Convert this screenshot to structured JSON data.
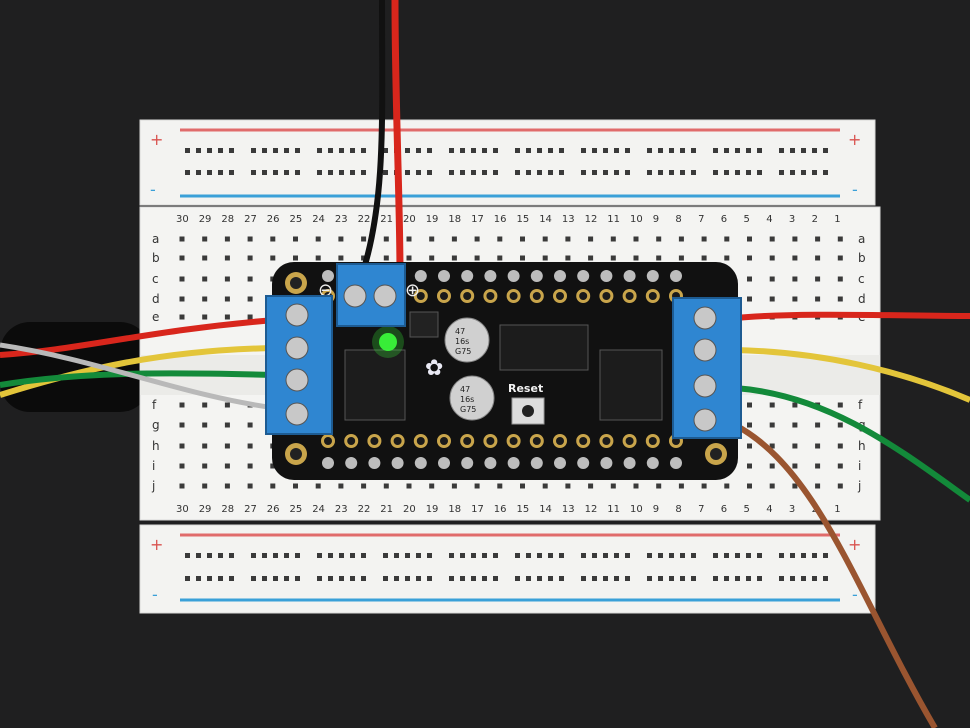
{
  "board": {
    "reset_label": "Reset",
    "minus_symbol": "⊖",
    "plus_symbol": "⊕",
    "capacitor_markings": [
      "47",
      "16s",
      "G75"
    ],
    "led_color": "#3cff3c",
    "pcb_color": "#111111",
    "terminal_color": "#2f86d1"
  },
  "breadboard": {
    "columns_top": [
      "30",
      "29",
      "28",
      "27",
      "26",
      "25",
      "24",
      "23",
      "22",
      "21",
      "20",
      "19",
      "18",
      "17",
      "16",
      "15",
      "14",
      "13",
      "12",
      "11",
      "10",
      "9",
      "8",
      "7",
      "6",
      "5",
      "4",
      "3",
      "2",
      "1"
    ],
    "columns_bottom": [
      "30",
      "29",
      "28",
      "27",
      "26",
      "25",
      "24",
      "23",
      "22",
      "21",
      "20",
      "19",
      "18",
      "17",
      "16",
      "15",
      "14",
      "13",
      "12",
      "11",
      "10",
      "9",
      "8",
      "7",
      "6",
      "5",
      "4",
      "3",
      "2",
      "1"
    ],
    "rows_left": [
      "a",
      "b",
      "c",
      "d",
      "e",
      "f",
      "g",
      "h",
      "i",
      "j"
    ],
    "rows_right": [
      "a",
      "b",
      "c",
      "d",
      "e",
      "f",
      "g",
      "h",
      "i",
      "j"
    ],
    "rail_plus": "+",
    "rail_minus": "-"
  },
  "wires": {
    "red": "#d8261c",
    "black": "#111111",
    "yellow": "#e3c53a",
    "green": "#138a3a",
    "brown": "#9a5530",
    "gray": "#b9b9b9"
  }
}
